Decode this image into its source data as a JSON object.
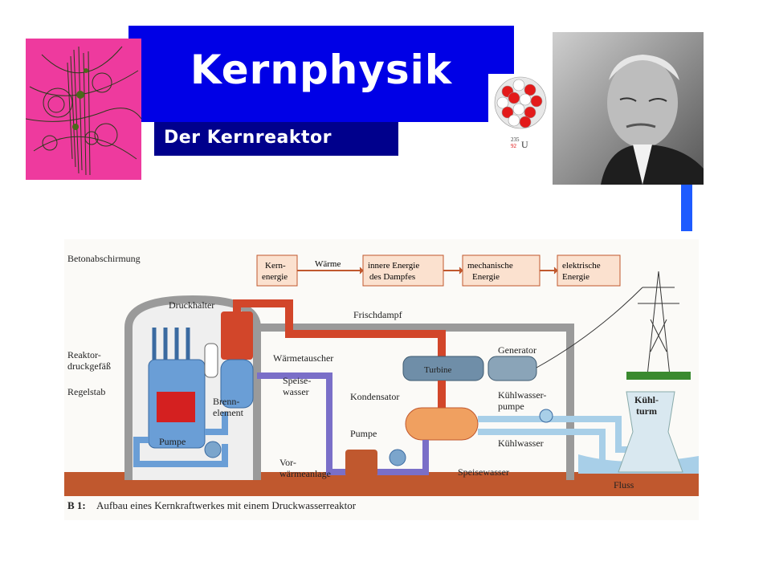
{
  "header": {
    "title": "Kernphysik",
    "subtitle": "Der Kernreaktor"
  },
  "atom_badge": {
    "mass_number": "235",
    "atomic_number": "92",
    "symbol": "U"
  },
  "energy_chain": [
    "Kern-\nenergie",
    "Wärme",
    "innere Energie\ndes Dampfes",
    "mechanische\nEnergie",
    "elektrische\nEnergie"
  ],
  "diagram_labels": {
    "betonabschirmung": "Betonabschirmung",
    "druckhalter": "Druckhalter",
    "frischdampf": "Frischdampf",
    "reaktor": "Reaktor-\ndruckgefäß",
    "waermetauscher": "Wärmetauscher",
    "regelstab": "Regelstab",
    "speisewasser_top": "Speise-\nwasser",
    "turbine": "Turbine",
    "generator": "Generator",
    "brennelement": "Brenn-\nelement",
    "kondensator": "Kondensator",
    "kuehlwasserpumpe": "Kühlwasser-\npumpe",
    "kuehlturm": "Kühl-\nturm",
    "kuehlwasser": "Kühlwasser",
    "pumpe_left": "Pumpe",
    "pumpe_mid": "Pumpe",
    "vorwaermeanlage": "Vor-\nwärmeanlage",
    "speisewasser_bottom": "Speisewasser",
    "fluss": "Fluss"
  },
  "caption": {
    "prefix": "B 1:",
    "text": "Aufbau eines Kernkraftwerkes mit einem Druckwasserreaktor"
  },
  "colors": {
    "title_blue": "#0000e6",
    "subtitle_navy": "#00008c",
    "accent_blue": "#1e5bff",
    "photo_magenta": "#ee3a9e",
    "primary_loop_red": "#d2462a",
    "feedwater_purple": "#7a6fc8",
    "cooling_blue": "#a8cfe8",
    "ground_brown": "#c0582e"
  }
}
